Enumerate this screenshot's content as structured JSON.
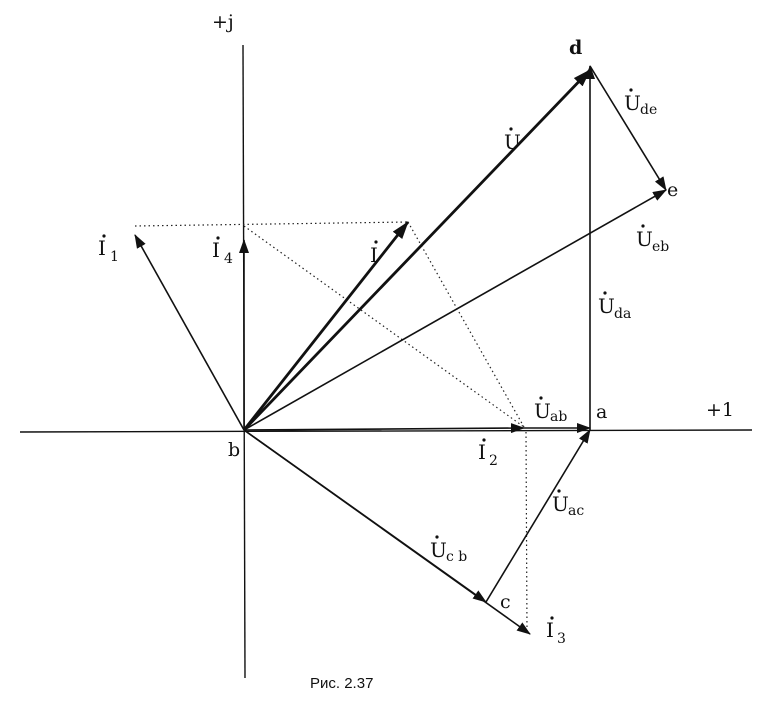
{
  "axes": {
    "real_label": "+1",
    "imag_label": "+j"
  },
  "points": {
    "a": "a",
    "b": "b",
    "c": "c",
    "d": "d",
    "e": "e"
  },
  "vectors": {
    "U": {
      "main": "U",
      "sub": ""
    },
    "I": {
      "main": "I",
      "sub": ""
    },
    "I1": {
      "main": "I",
      "sub": "1"
    },
    "I2": {
      "main": "I",
      "sub": "2"
    },
    "I3": {
      "main": "I",
      "sub": "3"
    },
    "I4": {
      "main": "I",
      "sub": "4"
    },
    "Uab": {
      "main": "U",
      "sub": "ab"
    },
    "Uac": {
      "main": "U",
      "sub": "ac"
    },
    "Ucb": {
      "main": "U",
      "sub": "c b"
    },
    "Uda": {
      "main": "U",
      "sub": "da"
    },
    "Ude": {
      "main": "U",
      "sub": "de"
    },
    "Ueb": {
      "main": "U",
      "sub": "eb"
    }
  },
  "caption": "Рис. 2.37"
}
